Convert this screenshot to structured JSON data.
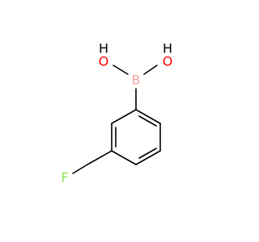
{
  "molecule": {
    "atoms": {
      "o1": {
        "label": "O",
        "sub": "H",
        "color": "#ff0000"
      },
      "o2": {
        "label": "O",
        "sub": "H",
        "color": "#ff0000"
      },
      "b": {
        "label": "B",
        "color": "#f5a3a3"
      },
      "f": {
        "label": "F",
        "color": "#90e050"
      }
    },
    "colors": {
      "bond": "#000000",
      "hydrogen": "#000000"
    }
  }
}
